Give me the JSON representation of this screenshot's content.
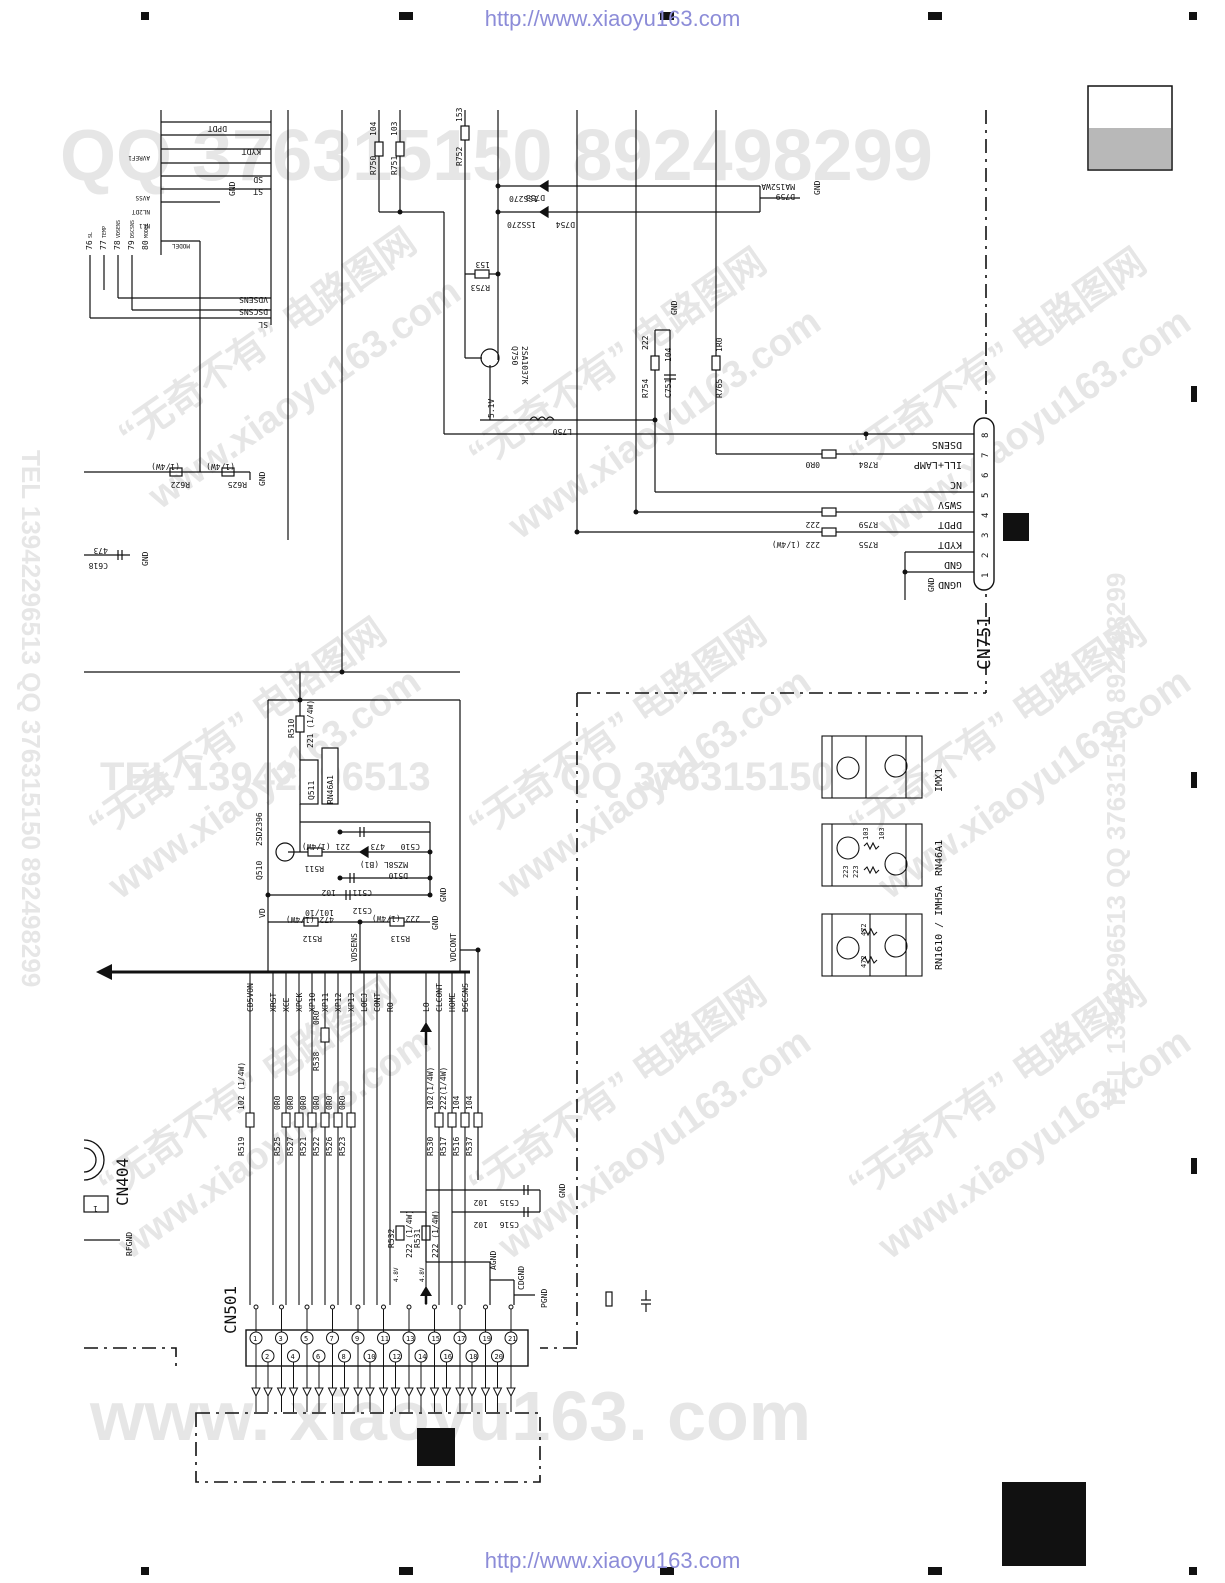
{
  "header_url": "http://www.xiaoyu163.com",
  "footer_url": "http://www.xiaoyu163.com",
  "watermarks": {
    "top_qq": "QQ 376315150  892498299",
    "mid_tel": "TEL 13942296513",
    "mid_qq": "QQ 376315150",
    "side_tel": "TEL 13942296513  QQ 376315150  892498299",
    "cn_a": "“无奇不有” 电路图网",
    "cn_b": "www.xiaoyu163.com",
    "bottom": "www. xiaoyu163. com"
  },
  "connectors": {
    "cn751": {
      "label": "CN751",
      "pins": [
        {
          "n": "1",
          "name": "uGND"
        },
        {
          "n": "2",
          "name": "GND"
        },
        {
          "n": "3",
          "name": "KYDT"
        },
        {
          "n": "4",
          "name": "DPDT"
        },
        {
          "n": "5",
          "name": "SW5V"
        },
        {
          "n": "6",
          "name": "NC"
        },
        {
          "n": "7",
          "name": "ILL+LAMP"
        },
        {
          "n": "8",
          "name": "DSENS"
        }
      ]
    },
    "cn501": {
      "label": "CN501",
      "odd_pins": [
        "1",
        "3",
        "5",
        "7",
        "9",
        "11",
        "13",
        "15",
        "17",
        "19",
        "21"
      ],
      "even_pins": [
        "2",
        "4",
        "6",
        "8",
        "10",
        "12",
        "14",
        "16",
        "18",
        "20"
      ]
    },
    "cn404": {
      "label": "CN404",
      "pin": "1",
      "gnd": "RFGND"
    }
  },
  "signals": [
    "CD5VON",
    "XRST",
    "XCE",
    "XPCK",
    "XP10",
    "XP11",
    "XP12",
    "XP13",
    "LOEJ",
    "CONT",
    "RO",
    "LO",
    "CLCONT",
    "HOME",
    "DSCSNS",
    "VDSENS",
    "VDCONT",
    "VD"
  ],
  "resistors": [
    {
      "ref": "R519",
      "val": "102 (1/4W)"
    },
    {
      "ref": "R525",
      "val": "0R0"
    },
    {
      "ref": "R527",
      "val": "0R0"
    },
    {
      "ref": "R521",
      "val": "0R0"
    },
    {
      "ref": "R522",
      "val": "0R0"
    },
    {
      "ref": "R526",
      "val": "0R0"
    },
    {
      "ref": "R523",
      "val": "0R0"
    },
    {
      "ref": "R530",
      "val": "102(1/4W)"
    },
    {
      "ref": "R517",
      "val": "222(1/4W)"
    },
    {
      "ref": "R516",
      "val": "104"
    },
    {
      "ref": "R537",
      "val": "104"
    },
    {
      "ref": "R538",
      "val": "0R0"
    }
  ],
  "components": {
    "q511": {
      "ref": "Q511",
      "part": "RN46A1"
    },
    "q510": {
      "ref": "Q510",
      "part": "2SD2396"
    },
    "q750": {
      "ref": "Q750",
      "part": "2SA1037K"
    },
    "r510": {
      "ref": "R510",
      "val": "221 (1/4W)"
    },
    "r511": {
      "ref": "R511",
      "val": "221 (1/4W)"
    },
    "r512": {
      "ref": "R512",
      "val": "472 (1/4W)"
    },
    "r513": {
      "ref": "R513",
      "val": "222 (1/4W)"
    },
    "c510": {
      "ref": "C510",
      "val": "473"
    },
    "c511": {
      "ref": "C511",
      "val": "102"
    },
    "c512": {
      "ref": "C512",
      "val": "101/10"
    },
    "d510": {
      "ref": "D510",
      "val": "MZS8L (B1)"
    },
    "c515": {
      "ref": "C515",
      "val": "102"
    },
    "c516": {
      "ref": "C516",
      "val": "102"
    },
    "r532": {
      "ref": "R532",
      "val": "222 (1/4W)"
    },
    "r531": {
      "ref": "R531",
      "val": "222 (1/4W)"
    },
    "v48a": "4.8V",
    "v48b": "4.8V",
    "r622": {
      "ref": "R622",
      "val": "(1/4W)"
    },
    "r625": {
      "ref": "R625",
      "val": "(1/4W)"
    },
    "c618": {
      "ref": "C618",
      "val": "473"
    },
    "r750": {
      "ref": "R750",
      "val": "104"
    },
    "r751": {
      "ref": "R751",
      "val": "103"
    },
    "r752": {
      "ref": "R752",
      "val": "153"
    },
    "r753": {
      "ref": "R753",
      "val": "153"
    },
    "r754": {
      "ref": "R754",
      "val": "222"
    },
    "c751": {
      "ref": "C751",
      "val": "104"
    },
    "r765": {
      "ref": "R765",
      "val": "1R0"
    },
    "l750": {
      "ref": "L750"
    },
    "v51": "5.1V",
    "d753": {
      "ref": "D753",
      "val": "1SS270"
    },
    "d754": {
      "ref": "D754",
      "val": "1SS270"
    },
    "d759": {
      "ref": "D759",
      "val": "MA152WA"
    },
    "r784": {
      "ref": "R784",
      "val": "0R0"
    },
    "r759": {
      "ref": "R759",
      "val": "222"
    },
    "r755": {
      "ref": "R755",
      "val": "222 (1/4W)"
    }
  },
  "ic_signals": [
    "DPDT",
    "KYDT",
    "SD",
    "ST",
    "GND",
    "VDSENS",
    "DSCSNS",
    "SL",
    "MODEL",
    "AVREF1",
    "AVSS",
    "NL2DT",
    "NL1"
  ],
  "ic_pins": [
    "76",
    "77",
    "78",
    "79",
    "80"
  ],
  "ic_pin_names": [
    "SL",
    "TEMP",
    "VDSENS",
    "DSCSNS",
    "MODEL"
  ],
  "gnd_labels": {
    "gnd": "GND",
    "agnd": "AGND",
    "cdgnd": "CDGND",
    "pgnd": "PGND",
    "rfgnd": "RFGND"
  },
  "legend": [
    {
      "name": "IMX1"
    },
    {
      "name": "RN46A1",
      "vals": [
        "103",
        "103",
        "223",
        "223"
      ]
    },
    {
      "name": "RN1610 / IMH5A",
      "vals": [
        "472",
        "472"
      ]
    }
  ],
  "colors": {
    "ink": "#111111",
    "watermark": "#e6e6e6",
    "url": "#8c8cd8",
    "gray_box": "#b8b8b8"
  }
}
